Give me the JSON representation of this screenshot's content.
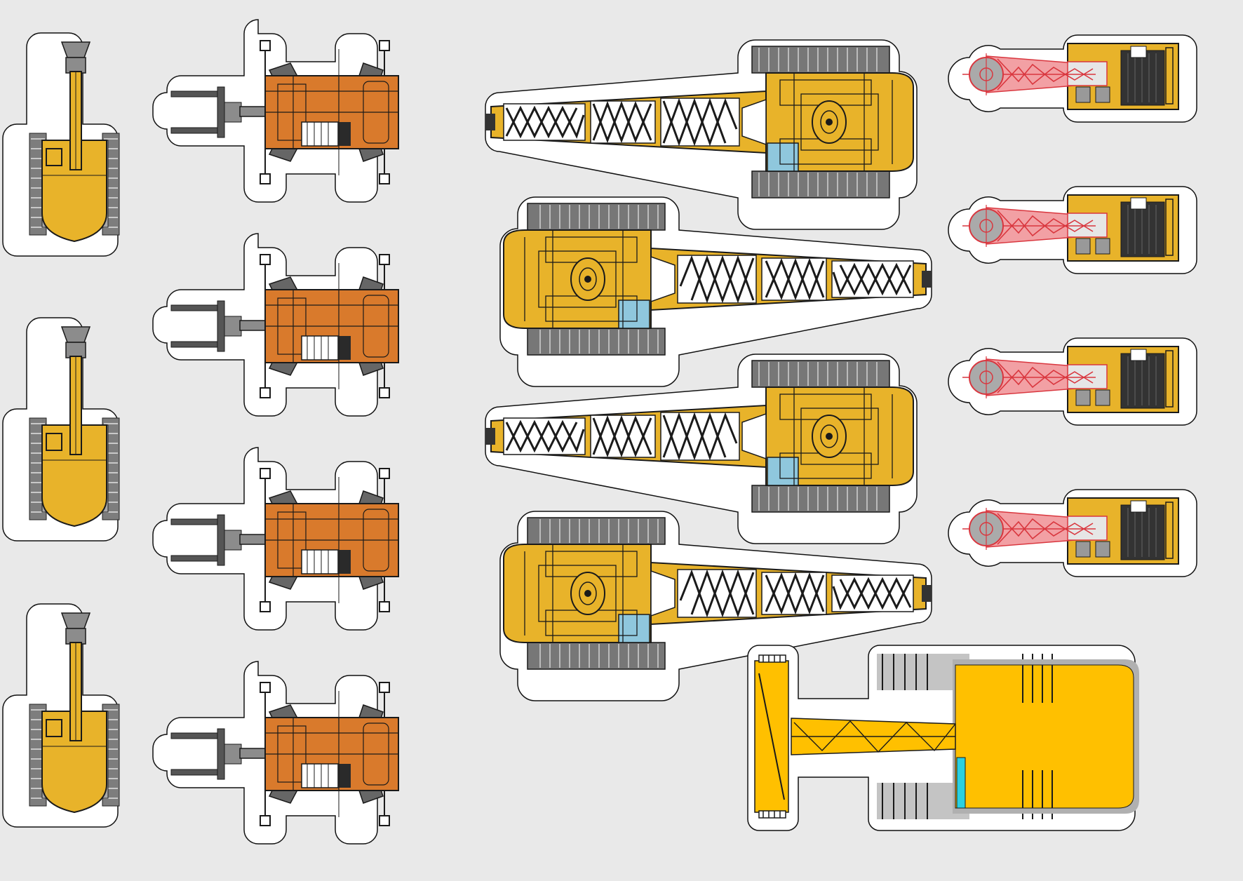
{
  "sheet": {
    "background": "#e9e9e9",
    "sticker_border": "#111111",
    "sticker_fill": "#ffffff"
  },
  "colors": {
    "yellow": "#e8b32a",
    "bright_yellow": "#ffc000",
    "orange": "#d97a2c",
    "dark_gray": "#555555",
    "mid_gray": "#8c8c8c",
    "light_gray": "#b0b0b0",
    "blue": "#8fc7dd",
    "red": "#d9363e",
    "cyan": "#2ad0e0",
    "outline": "#1a1a1a"
  },
  "stickers": {
    "excavators": {
      "count": 3,
      "icon": "excavator-top-view-icon"
    },
    "telehandlers": {
      "count": 4,
      "icon": "telehandler-top-view-icon"
    },
    "crawler_cranes": {
      "count": 4,
      "icon": "crawler-crane-top-view-icon"
    },
    "drilling_rigs": {
      "count": 4,
      "icon": "drilling-rig-top-view-icon"
    },
    "large_crane": {
      "count": 1,
      "icon": "large-crane-top-view-icon"
    }
  }
}
